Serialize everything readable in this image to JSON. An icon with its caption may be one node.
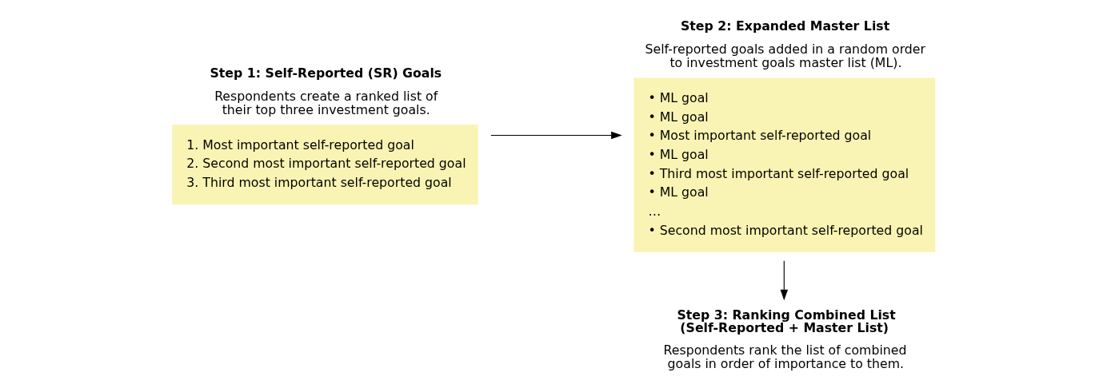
{
  "diagram": {
    "nodes": [
      {
        "text": [
          "Step 1: Self-Reported (SR) Goals",
          "Respondents create a ranked list of their top three investment goals.",
          "1. Most important self-reported goal",
          "2. Second most important self-reported goal",
          "3. Third most important self-reported goal"
        ]
      },
      {
        "text": [
          "Step 2: Expanded Master List",
          "Self-reported goals added in a random order to investment goals master list (ML).",
          "• ML goal",
          "• ML goal",
          "• Most important self-reported goal",
          "• ML goal",
          "• Third most important self-reported goal",
          "• ML goal",
          "…",
          "• Second most important self-reported goal"
        ]
      },
      {
        "text": [
          "Step 3: Ranking Combined List (Self-Reported + Master List)",
          "Respondents rank the list of combined goals in order of importance to them."
        ]
      }
    ],
    "edges": [
      {
        "from": 0,
        "to": 1,
        "arrow": "to"
      },
      {
        "from": 1,
        "to": 2,
        "arrow": "to"
      }
    ]
  }
}
